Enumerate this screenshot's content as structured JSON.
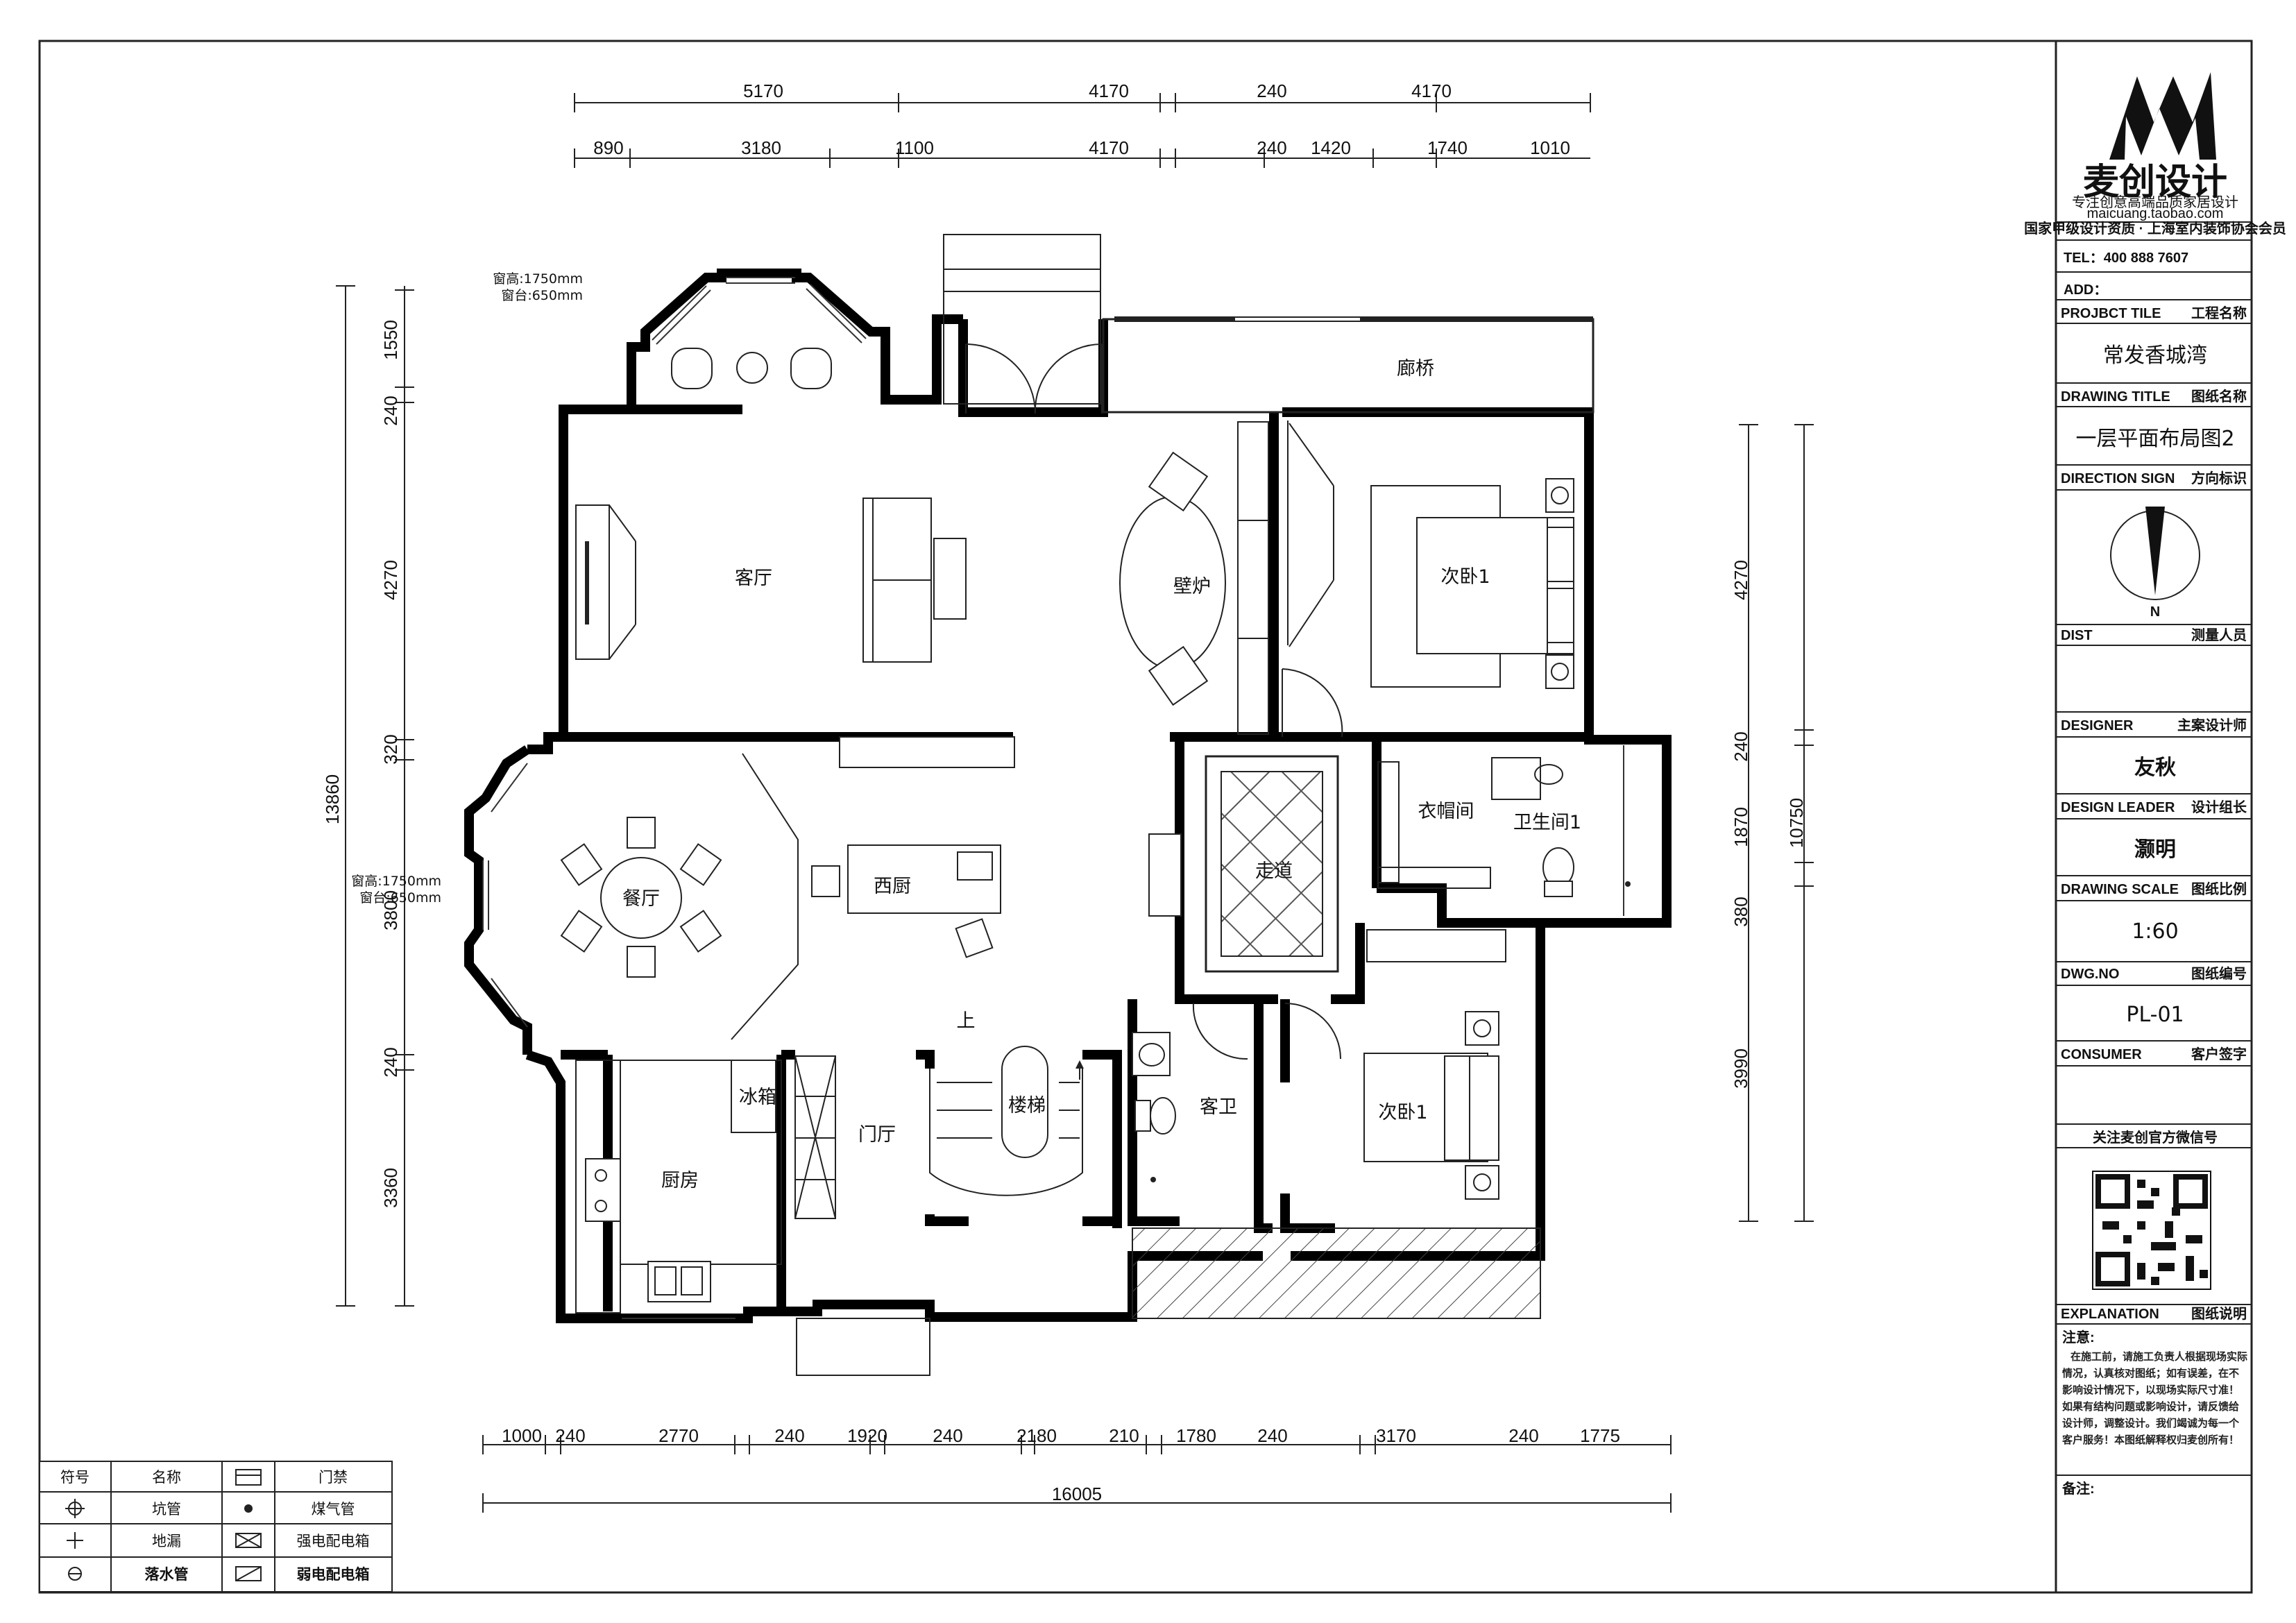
{
  "dims": {
    "top1": [
      "5170",
      "4170",
      "240",
      "4170"
    ],
    "top2": [
      "890",
      "3180",
      "1100",
      "4170",
      "240",
      "1420",
      "1740",
      "1010"
    ],
    "bottom": [
      "1000",
      "240",
      "2770",
      "240",
      "1920",
      "240",
      "2180",
      "210",
      "1780",
      "240",
      "3170",
      "240",
      "1775"
    ],
    "bottom_total": "16005",
    "left_total": "13860",
    "left": [
      "1550",
      "240",
      "4270",
      "320",
      "3800",
      "240",
      "3360"
    ],
    "right": [
      "4270",
      "240",
      "1870",
      "380",
      "3990"
    ],
    "right_total": "10750"
  },
  "rooms": {
    "living": "客厅",
    "fireplace": "壁炉",
    "corridor_bridge": "廊桥",
    "bedroom1": "次卧1",
    "bedroom2": "次卧1",
    "dining": "餐厅",
    "western_kitchen": "西厨",
    "hallway": "走道",
    "cloakroom": "衣帽间",
    "bathroom1": "卫生间1",
    "kitchen": "厨房",
    "fridge": "冰箱",
    "foyer": "门厅",
    "stairs": "楼梯",
    "stairs_up": "上",
    "guest_wc": "客卫"
  },
  "notes": {
    "window1_height": "窗高:1750mm",
    "window1_sill": "窗台:650mm",
    "window2_height": "窗高:1750mm",
    "window2_sill": "窗台:650mm"
  },
  "legend": {
    "headers": [
      "符号",
      "名称",
      "门禁"
    ],
    "rows": [
      {
        "name": "坑管",
        "name2": "煤气管"
      },
      {
        "name": "地漏",
        "name2": "强电配电箱"
      },
      {
        "name": "落水管",
        "name2": "弱电配电箱"
      }
    ]
  },
  "titleblock": {
    "brand": "麦创设计",
    "slogan": "专注创意高端品质家居设计",
    "site": "maicuang.taobao.com",
    "qualification": "国家甲级设计资质 · 上海室内装饰协会会员",
    "tel": "TEL：400 888 7607",
    "add": "ADD：",
    "project_label": "PROJBCT TILE",
    "project_label_cn": "工程名称",
    "project_value": "常发香城湾",
    "drawing_label": "DRAWING TITLE",
    "drawing_label_cn": "图纸名称",
    "drawing_value": "一层平面布局图2",
    "direction_label": "DIRECTION SIGN",
    "direction_label_cn": "方向标识",
    "north": "N",
    "dist_label": "DIST",
    "dist_label_cn": "测量人员",
    "designer_label": "DESIGNER",
    "designer_label_cn": "主案设计师",
    "designer_value": "友秋",
    "leader_label": "DESIGN LEADER",
    "leader_label_cn": "设计组长",
    "leader_value": "灏明",
    "scale_label": "DRAWING SCALE",
    "scale_label_cn": "图纸比例",
    "scale_value": "1:60",
    "dwg_label": "DWG.NO",
    "dwg_label_cn": "图纸编号",
    "dwg_value": "PL-01",
    "consumer_label": "CONSUMER",
    "consumer_label_cn": "客户签字",
    "wechat": "关注麦创官方微信号",
    "explanation_label": "EXPLANATION",
    "explanation_label_cn": "图纸说明",
    "notes_label": "注意:",
    "notes_text": [
      "在施工前，请施工负责人根据现场实际",
      "情况，认真核对图纸；如有误差，在不",
      "影响设计情况下，以现场实际尺寸准！",
      "如果有结构问题或影响设计，请反馈给",
      "设计师，调整设计。我们竭诚为每一个",
      "客户服务！本图纸解释权归麦创所有！"
    ],
    "remarks_label": "备注:"
  }
}
